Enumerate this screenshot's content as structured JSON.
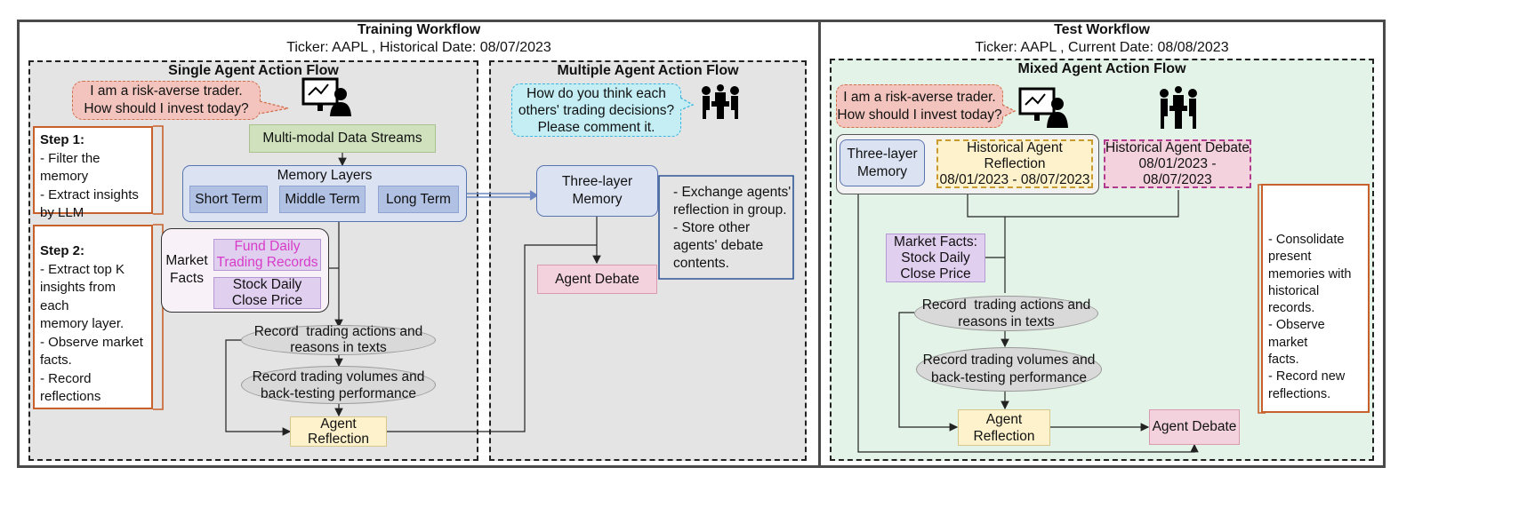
{
  "training": {
    "title": "Training Workflow",
    "subtitle": "Ticker: AAPL ,  Historical Date: 08/07/2023",
    "single": {
      "title": "Single Agent Action Flow",
      "bubble": [
        "I am a risk-averse trader.",
        "How should I invest today?"
      ],
      "data_streams": "Multi-modal Data Streams",
      "memory_title": "Memory Layers",
      "memory": [
        "Short Term",
        "Middle Term",
        "Long Term"
      ],
      "market_facts": [
        "Market",
        "Facts"
      ],
      "fund_daily": [
        "Fund Daily",
        "Trading Records"
      ],
      "stock_daily": [
        "Stock Daily",
        "Close Price"
      ],
      "record_actions": [
        "Record  trading actions and",
        "reasons in texts"
      ],
      "record_volumes": [
        "Record trading volumes and",
        "back-testing performance"
      ],
      "reflection": [
        "Agent",
        "Reflection"
      ],
      "step1_title": "Step 1:",
      "step1": [
        "- Filter the",
        "memory",
        "- Extract insights",
        "by LLM"
      ],
      "step2_title": "Step 2:",
      "step2": [
        "- Extract top K",
        "insights from each",
        "memory layer.",
        "- Observe market",
        "facts.",
        "- Record",
        "reflections"
      ]
    },
    "multiple": {
      "title": "Multiple Agent Action Flow",
      "bubble": [
        "How do you think each",
        "others' trading decisions?",
        "Please comment it."
      ],
      "three_layer": [
        "Three-layer",
        "Memory"
      ],
      "debate": "Agent Debate",
      "notes": [
        "- Exchange agents'",
        "reflection in group.",
        "- Store other",
        "agents' debate",
        "contents."
      ]
    }
  },
  "test": {
    "title": "Test Workflow",
    "subtitle": "Ticker: AAPL ,  Current Date: 08/08/2023",
    "mixed": {
      "title": "Mixed Agent Action Flow",
      "bubble": [
        "I am a risk-averse trader.",
        "How should I invest today?"
      ],
      "three_layer": [
        "Three-layer",
        "Memory"
      ],
      "hist_reflection": [
        "Historical Agent",
        "Reflection",
        "08/01/2023 - 08/07/2023"
      ],
      "hist_debate": [
        "Historical Agent Debate",
        "08/01/2023 -",
        "08/07/2023"
      ],
      "market_facts": [
        "Market Facts:",
        "Stock Daily",
        "Close Price"
      ],
      "record_actions": [
        "Record  trading actions and",
        "reasons in texts"
      ],
      "record_volumes": [
        "Record trading volumes and",
        "back-testing performance"
      ],
      "reflection": [
        "Agent",
        "Reflection"
      ],
      "debate": "Agent Debate",
      "notes": [
        "- Consolidate",
        "present",
        "memories with",
        "historical records.",
        "- Observe market",
        "facts.",
        "- Record new",
        "reflections."
      ]
    }
  },
  "colors": {
    "pink_bubble": "#f2c4bd",
    "pink_border": "#d0704e",
    "cyan_bubble": "#c4eef4",
    "cyan_border": "#3bb6e0",
    "green_box": "#cfe1bd",
    "memory_bg": "#dbe3f3",
    "memory_cell": "#b1c1e3",
    "violet": "#e1cff0",
    "fund_text": "#d63cc8",
    "debate": "#f4d2dd",
    "reflection": "#fdf2cc",
    "oval": "#d9d9d9",
    "test_bg": "#e4f3e7",
    "orange": "#c8602b",
    "blue_line": "#2f5597"
  },
  "icons": [
    "trader-monitor-icon",
    "meeting-group-icon"
  ]
}
